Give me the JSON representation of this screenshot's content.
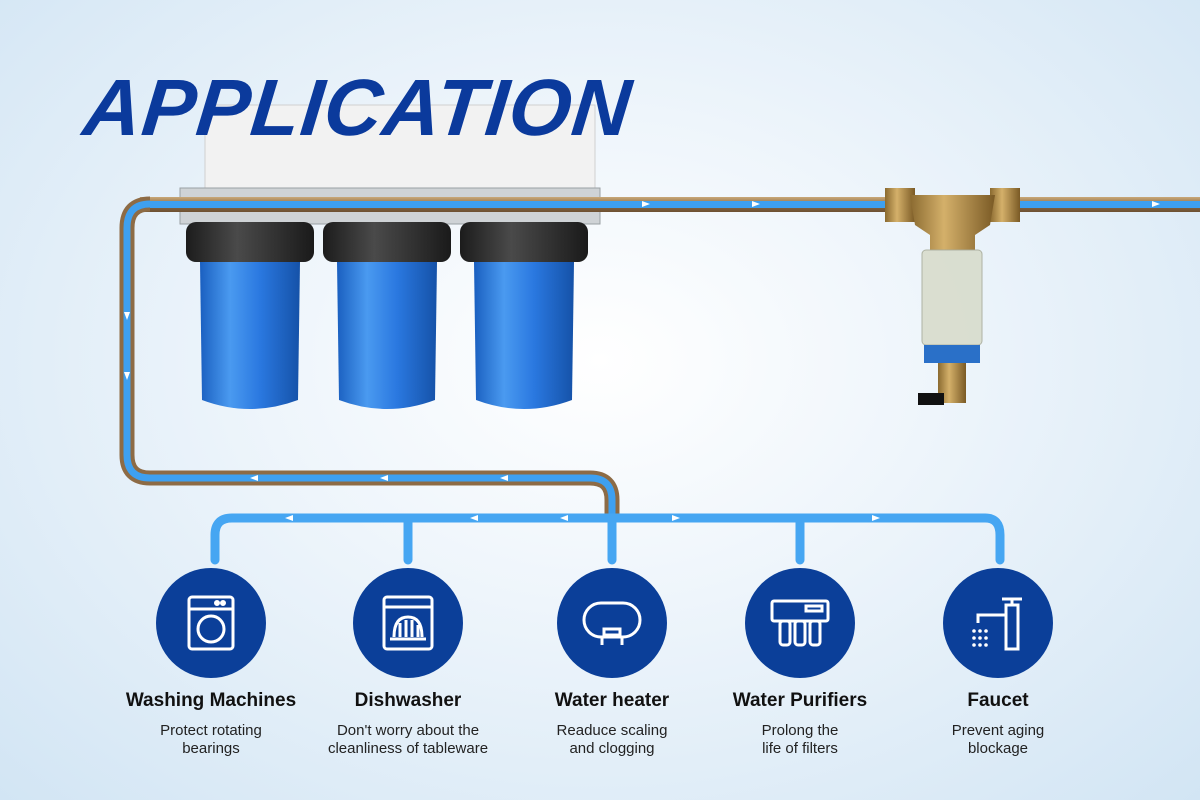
{
  "title": "APPLICATION",
  "colors": {
    "brand": "#0b3f99",
    "water": "#3ea0f0",
    "pipe": "#a8865a"
  },
  "applications": [
    {
      "name": "Washing Machines",
      "desc1": "Protect rotating",
      "desc2": "bearings",
      "icon": "washing-machine-icon"
    },
    {
      "name": "Dishwasher",
      "desc1": "Don't worry about the",
      "desc2": "cleanliness of tableware",
      "icon": "dishwasher-icon"
    },
    {
      "name": "Water heater",
      "desc1": "Readuce scaling",
      "desc2": "and clogging",
      "icon": "water-heater-icon"
    },
    {
      "name": "Water Purifiers",
      "desc1": "Prolong the",
      "desc2": "life of filters",
      "icon": "water-purifier-icon"
    },
    {
      "name": "Faucet",
      "desc1": "Prevent aging",
      "desc2": "blockage",
      "icon": "faucet-icon"
    }
  ]
}
